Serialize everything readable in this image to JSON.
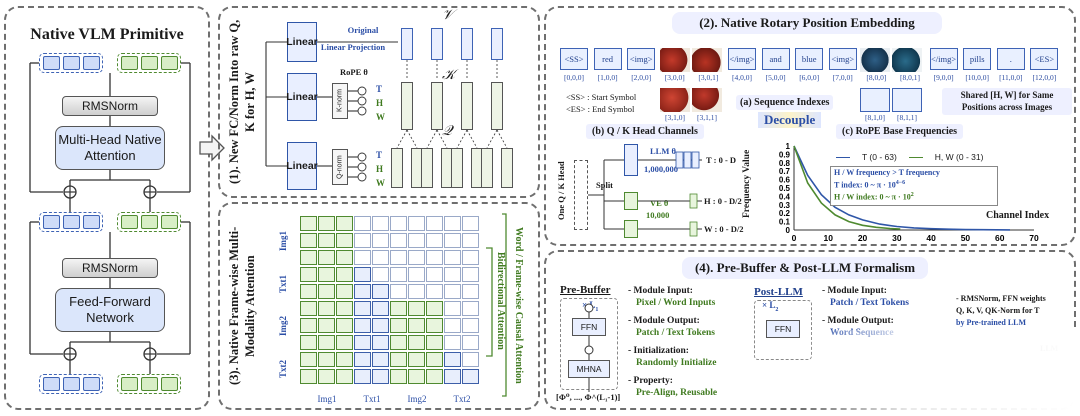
{
  "left": {
    "title": "Native VLM Primitive",
    "rmsnorm1": "RMSNorm",
    "attention": "Multi-Head Native Attention",
    "rmsnorm2": "RMSNorm",
    "ffn": "Feed-Forward Network",
    "plus": "⊕"
  },
  "p1": {
    "title": "(1). New FC/Norm Into raw Q, K for H, W",
    "linear": "Linear",
    "original": "Original",
    "linear_projection": "Linear Projection",
    "rope": "RoPE θ",
    "knorm": "K-norm",
    "qnorm": "Q-norm",
    "v": "𝒱",
    "k": "𝒦",
    "q": "𝒬",
    "t": "T",
    "h": "H",
    "w": "W"
  },
  "p2": {
    "title": "(2). Native Rotary Position Embedding",
    "tokens": [
      {
        "label": "<SS>",
        "idx": "[0,0,0]"
      },
      {
        "label": "red",
        "idx": "[1,0,0]"
      },
      {
        "label": "<img>",
        "idx": "[2,0,0]"
      },
      {
        "label": "",
        "idx": "[3,0,0]"
      },
      {
        "label": "",
        "idx": "[3,0,1]"
      },
      {
        "label": "</img>",
        "idx": "[4,0,0]"
      },
      {
        "label": "and",
        "idx": "[5,0,0]"
      },
      {
        "label": "blue",
        "idx": "[6,0,0]"
      },
      {
        "label": "<img>",
        "idx": "[7,0,0]"
      },
      {
        "label": "",
        "idx": "[8,0,0]"
      },
      {
        "label": "",
        "idx": "[8,0,1]"
      },
      {
        "label": "</img>",
        "idx": "[9,0,0]"
      },
      {
        "label": "pills",
        "idx": "[10,0,0]"
      },
      {
        "label": ".",
        "idx": "[11,0,0]"
      },
      {
        "label": "<ES>",
        "idx": "[12,0,0]"
      }
    ],
    "idx_row2a": [
      "[3,1,0]",
      "[3,1,1]"
    ],
    "idx_row2b": [
      "[8,1,0]",
      "[8,1,1]"
    ],
    "ss_note": "<SS> : Start Symbol",
    "es_note": "<ES> : End Symbol",
    "seq_label": "(a)  Sequence Indexes",
    "shared_note": "Shared [H, W] for Same Positions across Images",
    "decouple": "Decouple",
    "qk_label": "(b)  Q / K Head Channels",
    "one_head": "One Q / K Head",
    "split": "Split",
    "llm_theta": "LLM θ",
    "llm_theta_val": "1,000,000",
    "ve_theta": "VE θ",
    "ve_theta_val": "10,000",
    "t_range": "T : 0 - D",
    "h_range": "H : 0 - D/2",
    "w_range": "W : 0 - D/2",
    "rope_label": "(c)  RoPE Base Frequencies"
  },
  "chart_data": {
    "type": "line",
    "title": "",
    "xlabel": "Channel Index",
    "ylabel": "Frequency Value",
    "xlim": [
      0,
      70
    ],
    "ylim": [
      0,
      1.0
    ],
    "xticks": [
      0,
      10,
      20,
      30,
      40,
      50,
      60,
      70
    ],
    "yticks": [
      0,
      0.1,
      0.2,
      0.3,
      0.4,
      0.5,
      0.6,
      0.7,
      0.8,
      0.9,
      1
    ],
    "series": [
      {
        "name": "T (0 - 63)",
        "color": "#2f56a8",
        "x": [
          0,
          4,
          8,
          12,
          16,
          20,
          25,
          30,
          35,
          40,
          45,
          50,
          55,
          63
        ],
        "y": [
          1.0,
          0.65,
          0.42,
          0.27,
          0.18,
          0.12,
          0.07,
          0.042,
          0.025,
          0.015,
          0.009,
          0.005,
          0.003,
          0.001
        ]
      },
      {
        "name": "H, W (0 - 31)",
        "color": "#4f8a30",
        "x": [
          0,
          4,
          8,
          12,
          16,
          20,
          24,
          28,
          31
        ],
        "y": [
          1.0,
          0.56,
          0.32,
          0.18,
          0.1,
          0.056,
          0.032,
          0.018,
          0.011
        ]
      }
    ],
    "legend": "top",
    "annotations": [
      "H / W frequency > T frequency",
      "T index:  0 ~ π · 10",
      "H / W index:  0 ~ π · 10"
    ]
  },
  "p3": {
    "title": "(3). Native Frame-wise Multi-Modality Attention",
    "rows": [
      "Img1",
      "Txt1",
      "Img2",
      "Txt2"
    ],
    "cols": [
      "Img1",
      "Txt1",
      "Img2",
      "Txt2"
    ],
    "bidir": "Bidirectional  Attention",
    "causal": "Word / Frame-wise Causal  Attention"
  },
  "p4": {
    "title": "(4). Pre-Buffer & Post-LLM Formalism",
    "prebuffer": "Pre-Buffer",
    "postllm": "Post-LLM",
    "xl1": "× L",
    "xl2": "× L",
    "ffn": "FFN",
    "mhna": "MHNA",
    "phi": "[Φ⁰, ..., Φ^(L₁-1)]",
    "pre_items": [
      {
        "k": "- Module Input:",
        "v": "Pixel / Word Inputs"
      },
      {
        "k": "- Module Output:",
        "v": "Patch / Text Tokens"
      },
      {
        "k": "- Initialization:",
        "v": "Randomly Initialize"
      },
      {
        "k": "- Property:",
        "v": "Pre-Align, Reusable"
      }
    ],
    "post_items": [
      {
        "k": "- Module Input:",
        "v": "Patch / Text Tokens"
      },
      {
        "k": "- Module Output:",
        "v": "Word Sequence"
      }
    ],
    "notes": [
      "- RMSNorm, FFN weights",
      "Q, K, V, QK-Norm for T",
      "by Pre-trained LLM",
      "LLM"
    ]
  },
  "colors": {
    "blue": "#3e63b5",
    "green": "#4f8a30",
    "title_bg": "#eef0ff",
    "purple": "#7e6bd0"
  }
}
